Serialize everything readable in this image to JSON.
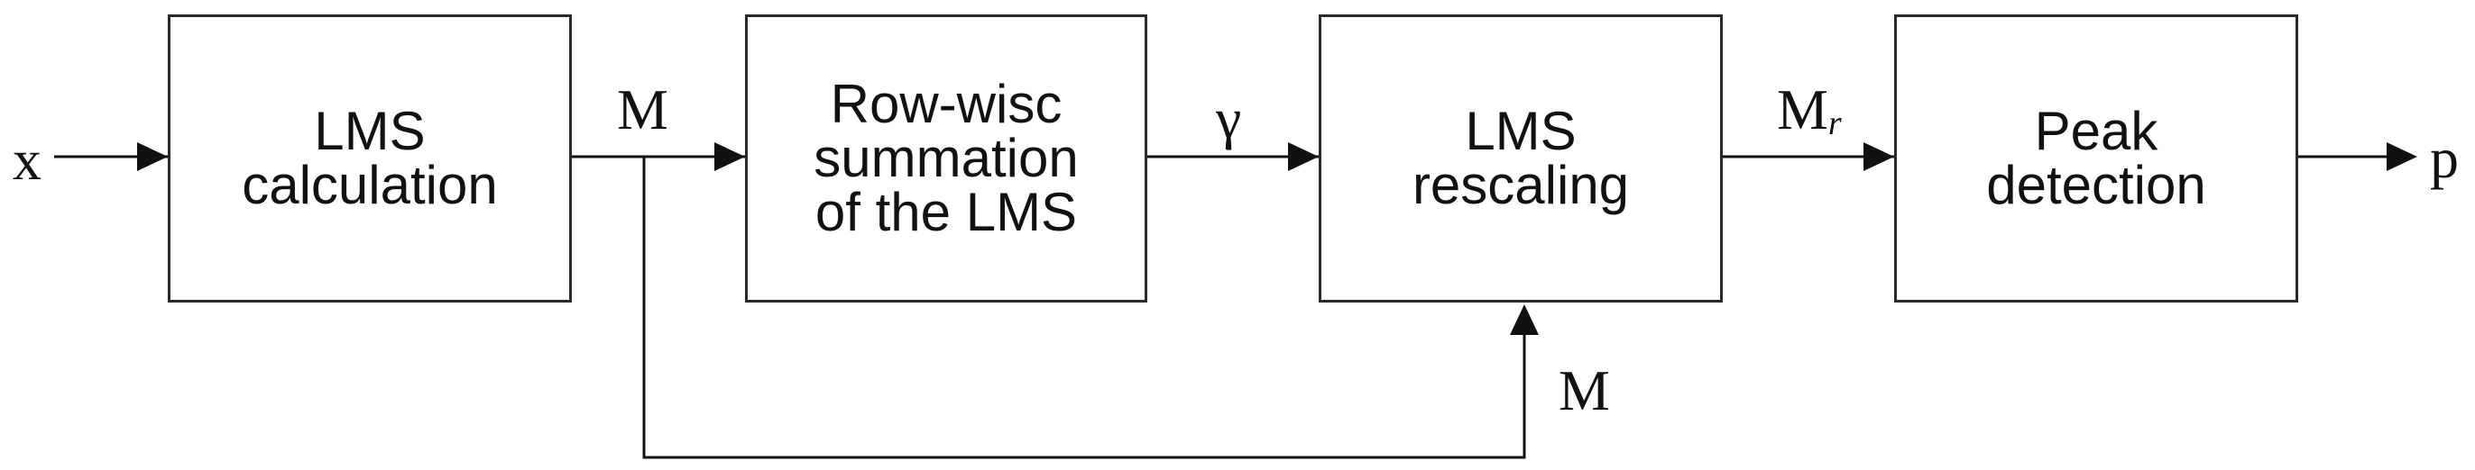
{
  "diagram": {
    "blocks": [
      {
        "id": "lms-calculation",
        "text": "LMS\ncalculation"
      },
      {
        "id": "row-wise-summation",
        "text": "Row-wisc\nsummation\nof the LMS"
      },
      {
        "id": "lms-rescaling",
        "text": "LMS\nrescaling"
      },
      {
        "id": "peak-detection",
        "text": "Peak\ndetection"
      }
    ],
    "signals": {
      "input": "x",
      "m_top": "M",
      "gamma": "γ",
      "mr_main": "M",
      "mr_sub": "r",
      "output": "p",
      "m_bottom": "M"
    },
    "colors": {
      "line": "#111111",
      "border": "#2a2a2a"
    }
  }
}
